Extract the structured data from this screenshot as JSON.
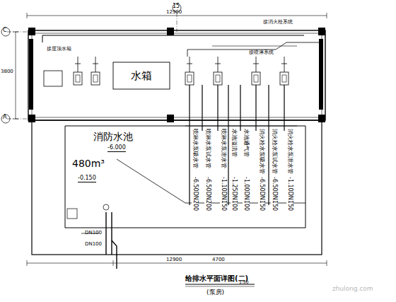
{
  "diagram": {
    "title": "给排水平面详图(二)",
    "caption": "(泵房)",
    "nodes": [
      {
        "text": [
          "水箱"
        ]
      },
      {
        "text": [
          "消防水池",
          "-6.000",
          "480m³",
          "-0.150"
        ]
      }
    ],
    "labels": [
      "接屋顶水箱",
      "接喷淋系统",
      "接消火栓系统",
      "喷淋水泵吸水管",
      "-6.50DN200",
      "喷淋水泵试水管",
      "-6.50DN200",
      "喷淋水泵泄水管",
      "-1.10DN150",
      "水池溢流管",
      "-1.25DN100",
      "水池通气管",
      "-1.00DN100",
      "消火栓水泵吸水管",
      "-6.50DN150",
      "消火栓水泵试水管",
      "-6.50DN150",
      "消火栓水泵泄水管",
      "-1.10DN150",
      "DN100",
      "DN100",
      "12900",
      "12900",
      "3800",
      "4700",
      "15",
      "C",
      "A",
      "1:50",
      "zhulong.com"
    ]
  }
}
